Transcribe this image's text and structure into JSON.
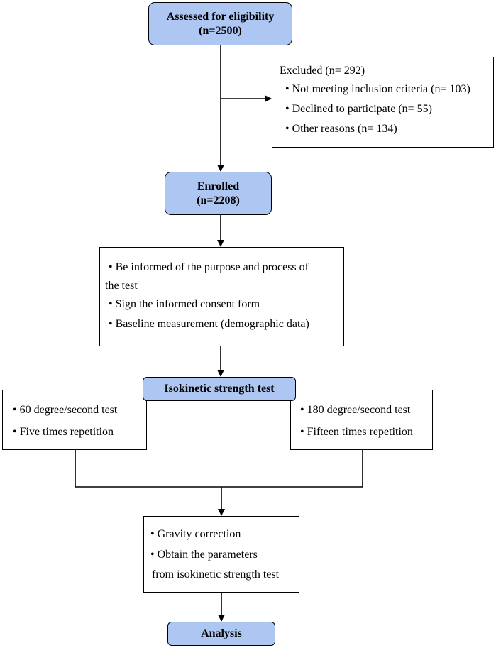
{
  "nodes": {
    "eligibility": {
      "line1": "Assessed for eligibility",
      "line2": "(n=2500)"
    },
    "excluded": {
      "title": "Excluded (n= 292)",
      "items": [
        "Not meeting inclusion criteria (n= 103)",
        "Declined to participate (n= 55)",
        "Other reasons (n= 134)"
      ]
    },
    "enrolled": {
      "line1": "Enrolled",
      "line2": "(n=2208)"
    },
    "informed": {
      "items": [
        "Be informed of the purpose and process of",
        "the test",
        "Sign the informed consent form",
        "Baseline measurement (demographic data)"
      ]
    },
    "isokinetic": {
      "label": "Isokinetic strength test"
    },
    "left_test": {
      "items": [
        "60 degree/second test",
        "Five times repetition"
      ]
    },
    "right_test": {
      "items": [
        "180 degree/second test",
        "Fifteen times repetition"
      ]
    },
    "correction": {
      "items": [
        "Gravity correction",
        "Obtain the parameters",
        "from isokinetic strength test"
      ]
    },
    "analysis": {
      "label": "Analysis"
    }
  },
  "colors": {
    "node_fill": "#adc6f2",
    "border": "#000000"
  }
}
